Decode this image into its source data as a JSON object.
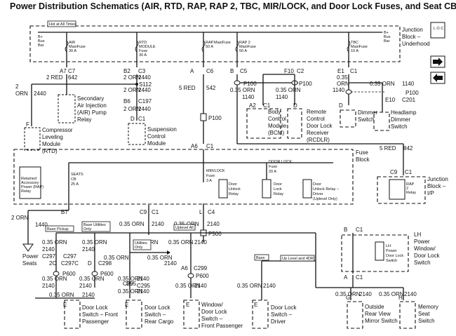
{
  "title": "Power Distribution Schematics (AIR, RTD, RAP, RAP 2, TBC, MIR/LOCK, and Door Lock Fuses, and Seat CB)",
  "nav": {
    "next_icon": "arrow-right-icon",
    "prev_icon": "arrow-left-icon",
    "loc_label": "L O C"
  },
  "underhood": {
    "label_lines": [
      "Junction",
      "Block –",
      "Underhood"
    ],
    "hot_label": "Hot at All Times",
    "busbar_left": [
      "B+",
      "Bus",
      "Bar"
    ],
    "busbar_right": [
      "B+",
      "Bus",
      "Bar"
    ],
    "fuses": [
      {
        "name": "AIR",
        "type": "MaxiFuse",
        "rating": "30 A"
      },
      {
        "name": "RTD",
        "type": "MODULE",
        "rating": "Fuse\n30 A"
      },
      {
        "name": "RAP",
        "type": "MaxiFuse",
        "rating": "50 A"
      },
      {
        "name": "RAP 2",
        "type": "MaxiFuse",
        "rating": "50 A"
      },
      {
        "name": "TBC",
        "type": "MaxiFuse",
        "rating": "10 A"
      }
    ]
  },
  "connectors": {
    "c7": "C7",
    "c7_num": "642",
    "a7": "A7",
    "c7_wire": "2 RED",
    "b2": "B2",
    "c3": "C3",
    "c3_num": "2440",
    "s112": "S112",
    "s112_num": "2440",
    "b6": "B6",
    "c197": "C197",
    "c197_num": "2440",
    "d": "D",
    "c1": "C1",
    "c197_wire": "2 ORN",
    "b2_wire": "2 ORN",
    "a": "A",
    "c6": "C6",
    "c6_wire": "5 RED",
    "c6_num": "542",
    "p100": "P100",
    "a6": "A6",
    "c1b": "C1",
    "b": "B",
    "c5": "C5",
    "f10": "F10",
    "c2": "C2",
    "e1": "E1",
    "c1c": "C1",
    "c1c_num": "1140",
    "p100_a": "P100",
    "p100_b": "P100",
    "p100_c": "P100",
    "c201": "C201",
    "e10": "E10",
    "wire_035orn": "0.35 ORN",
    "num_1140": "1140",
    "orn2_2440": "2 ORN",
    "num_2440": "2440",
    "a2": "A2",
    "c1d": "C1",
    "d2": "D",
    "red842": "5 RED",
    "num842": "842",
    "c9": "C9",
    "c1e": "C1",
    "b7": "B7",
    "c9b": "C9",
    "c1f": "C1",
    "l": "L",
    "c4": "C4",
    "orn1440": "2 ORN",
    "num1440": "1440",
    "p500": "P500",
    "c297": "C297",
    "c297_2c": "2C",
    "c297_c": "C297C",
    "p600": "P600",
    "c298": "C298",
    "c298_d": "D",
    "c295": "C295",
    "b9": "B9",
    "c299": "C299",
    "a6b": "A6",
    "p600b": "P600",
    "b_c1": "B",
    "c1g": "C1",
    "a_c1": "A",
    "c1h": "C1",
    "g": "G",
    "h": "H",
    "e": "E",
    "f": "F",
    "num_2140": "2140",
    "orn_035": "0.35 ORN"
  },
  "components": {
    "air_pump": [
      "Secondary",
      "Air Injection",
      "(AIR) Pump",
      "Relay"
    ],
    "rtd": [
      "Compressor",
      "Leveling",
      "Module",
      "(RTD)"
    ],
    "suspension": [
      "Suspension",
      "Control",
      "Module"
    ],
    "bcm": [
      "Body",
      "Control",
      "Module",
      "(BCM)"
    ],
    "rcdlr": [
      "Remote",
      "Control",
      "Door Lock",
      "Receiver",
      "(RCDLR)"
    ],
    "dimmer": [
      "Dimmer",
      "Switch"
    ],
    "headlamp": [
      "Headlamp",
      "Dimmer",
      "Switch"
    ],
    "junction_ip": [
      "Junction",
      "Block –",
      "I/P"
    ],
    "rap2_relay": [
      "RAP",
      "2",
      "Relay"
    ],
    "power_seats": [
      "Power",
      "Seats"
    ],
    "dls_front": [
      "Door Lock",
      "Switch – Front",
      "Passenger"
    ],
    "dls_rear": [
      "Door Lock",
      "Switch –",
      "Rear Cargo"
    ],
    "window_dls": [
      "Window/",
      "Door Lock",
      "Switch –",
      "Front Passenger"
    ],
    "dls_driver": [
      "Door Lock",
      "Switch –",
      "Driver"
    ],
    "mirror_switch": [
      "Outside",
      "Rear View",
      "Mirror Switch"
    ],
    "memory_seat": [
      "Memory",
      "Seat",
      "Switch"
    ],
    "lh_window": [
      "LH",
      "Power",
      "Window/",
      "Door Lock",
      "Switch"
    ],
    "lh_inner": [
      "LH",
      "Power",
      "Door Lock",
      "Switch"
    ]
  },
  "fuse_block": {
    "label_lines": [
      "Fuse",
      "Block"
    ],
    "retained_relay": [
      "Retained",
      "Accessory",
      "Power (RAP)",
      "Relay"
    ],
    "seats_cb": [
      "SEATS",
      "CB",
      "25 A"
    ],
    "mirlock": [
      "MIR/LOCK",
      "Fuse",
      "3 A"
    ],
    "doorlock": [
      "DOOR LOCK",
      "Fuse",
      "20 A"
    ],
    "unlock_relay": [
      "Door",
      "Unlock",
      "Relay"
    ],
    "lock_relay": [
      "Door",
      "Lock",
      "Relay"
    ],
    "unlock_driver": [
      "Door",
      "Unlock Relay –",
      "Driver",
      "(Uplevel Only)"
    ]
  },
  "tags": {
    "base_pickup": "Base Pickup",
    "base_utilities": [
      "Base Utilities",
      "Only"
    ],
    "uplevel_all": "Uplevel All",
    "utilities_only": [
      "Utilities",
      "Only"
    ],
    "base": "Base",
    "uplevel_4dr": "Up Level and 4DR"
  }
}
